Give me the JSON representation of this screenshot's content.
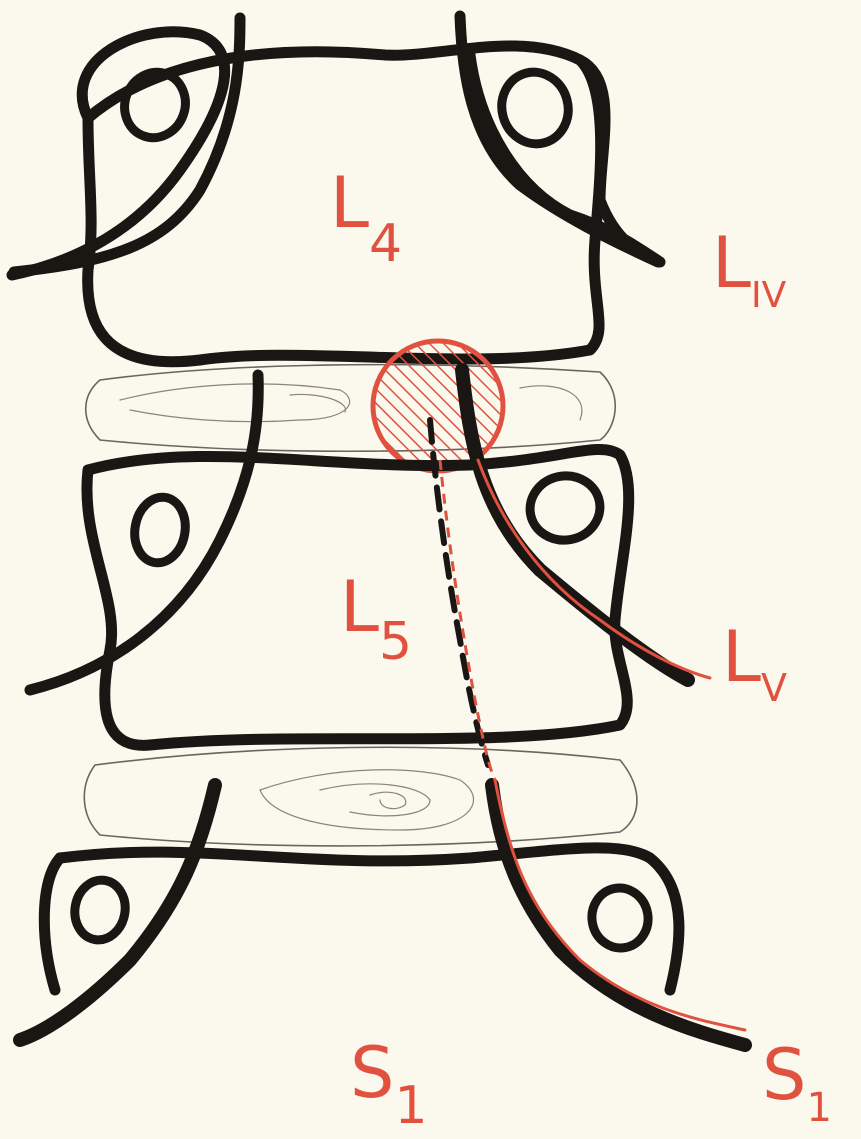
{
  "labels": {
    "vertebra_l4": {
      "letter": "L",
      "sub": "4"
    },
    "nerve_root_l4": {
      "letter": "L",
      "sub": "IV"
    },
    "vertebra_l5": {
      "letter": "L",
      "sub": "5"
    },
    "nerve_root_l5": {
      "letter": "L",
      "sub": "V"
    },
    "vertebra_s1": {
      "letter": "S",
      "sub": "1"
    },
    "nerve_root_s1": {
      "letter": "S",
      "sub": "1"
    }
  },
  "colors": {
    "paper": "#fbf8ee",
    "ink": "#1a1614",
    "annotation_red": "#e0523f",
    "disc_pencil": "#6b6560"
  }
}
